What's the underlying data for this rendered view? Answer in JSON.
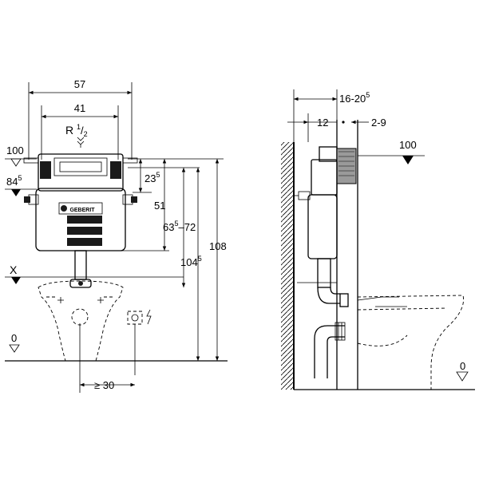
{
  "colors": {
    "line": "#000000",
    "background": "#ffffff",
    "fill_dark": "#1a1a1a",
    "fill_gray": "#9a9a9a"
  },
  "front_view": {
    "width_outer": "57",
    "width_inner": "41",
    "connection": {
      "base": "R ",
      "num": "1",
      "den": "2"
    },
    "level_top": "100",
    "level_lower": {
      "base": "84",
      "sup": "5"
    },
    "offset_right": {
      "base": "23",
      "sup": "5"
    },
    "height_a": "51",
    "height_b": {
      "base": "63",
      "sup": "5",
      "rest": "–72"
    },
    "height_c": {
      "base": "104",
      "sup": "5"
    },
    "height_total": "108",
    "marker_x": "X",
    "floor": "0",
    "spacing": "≥ 30",
    "brand": "GEBERIT"
  },
  "side_view": {
    "depth_range": {
      "base": "16-20",
      "sup": "5"
    },
    "depth_wall": "12",
    "depth_gap": "2-9",
    "level_top": "100",
    "floor": "0"
  }
}
